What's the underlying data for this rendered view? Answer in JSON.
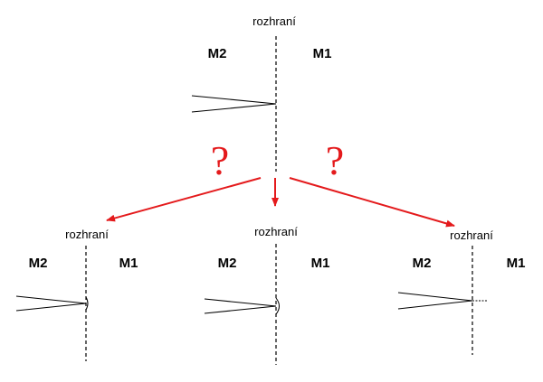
{
  "top": {
    "interface": "rozhraní",
    "medium_left": "M2",
    "medium_right": "M1"
  },
  "cases": [
    {
      "interface": "rozhraní",
      "medium_left": "M2",
      "medium_right": "M1"
    },
    {
      "interface": "rozhraní",
      "medium_left": "M2",
      "medium_right": "M1"
    },
    {
      "interface": "rozhraní",
      "medium_left": "M2",
      "medium_right": "M1"
    }
  ],
  "question_marks": [
    "?",
    "?"
  ],
  "colors": {
    "arrow": "#e41a1c",
    "lines": "#000000"
  }
}
